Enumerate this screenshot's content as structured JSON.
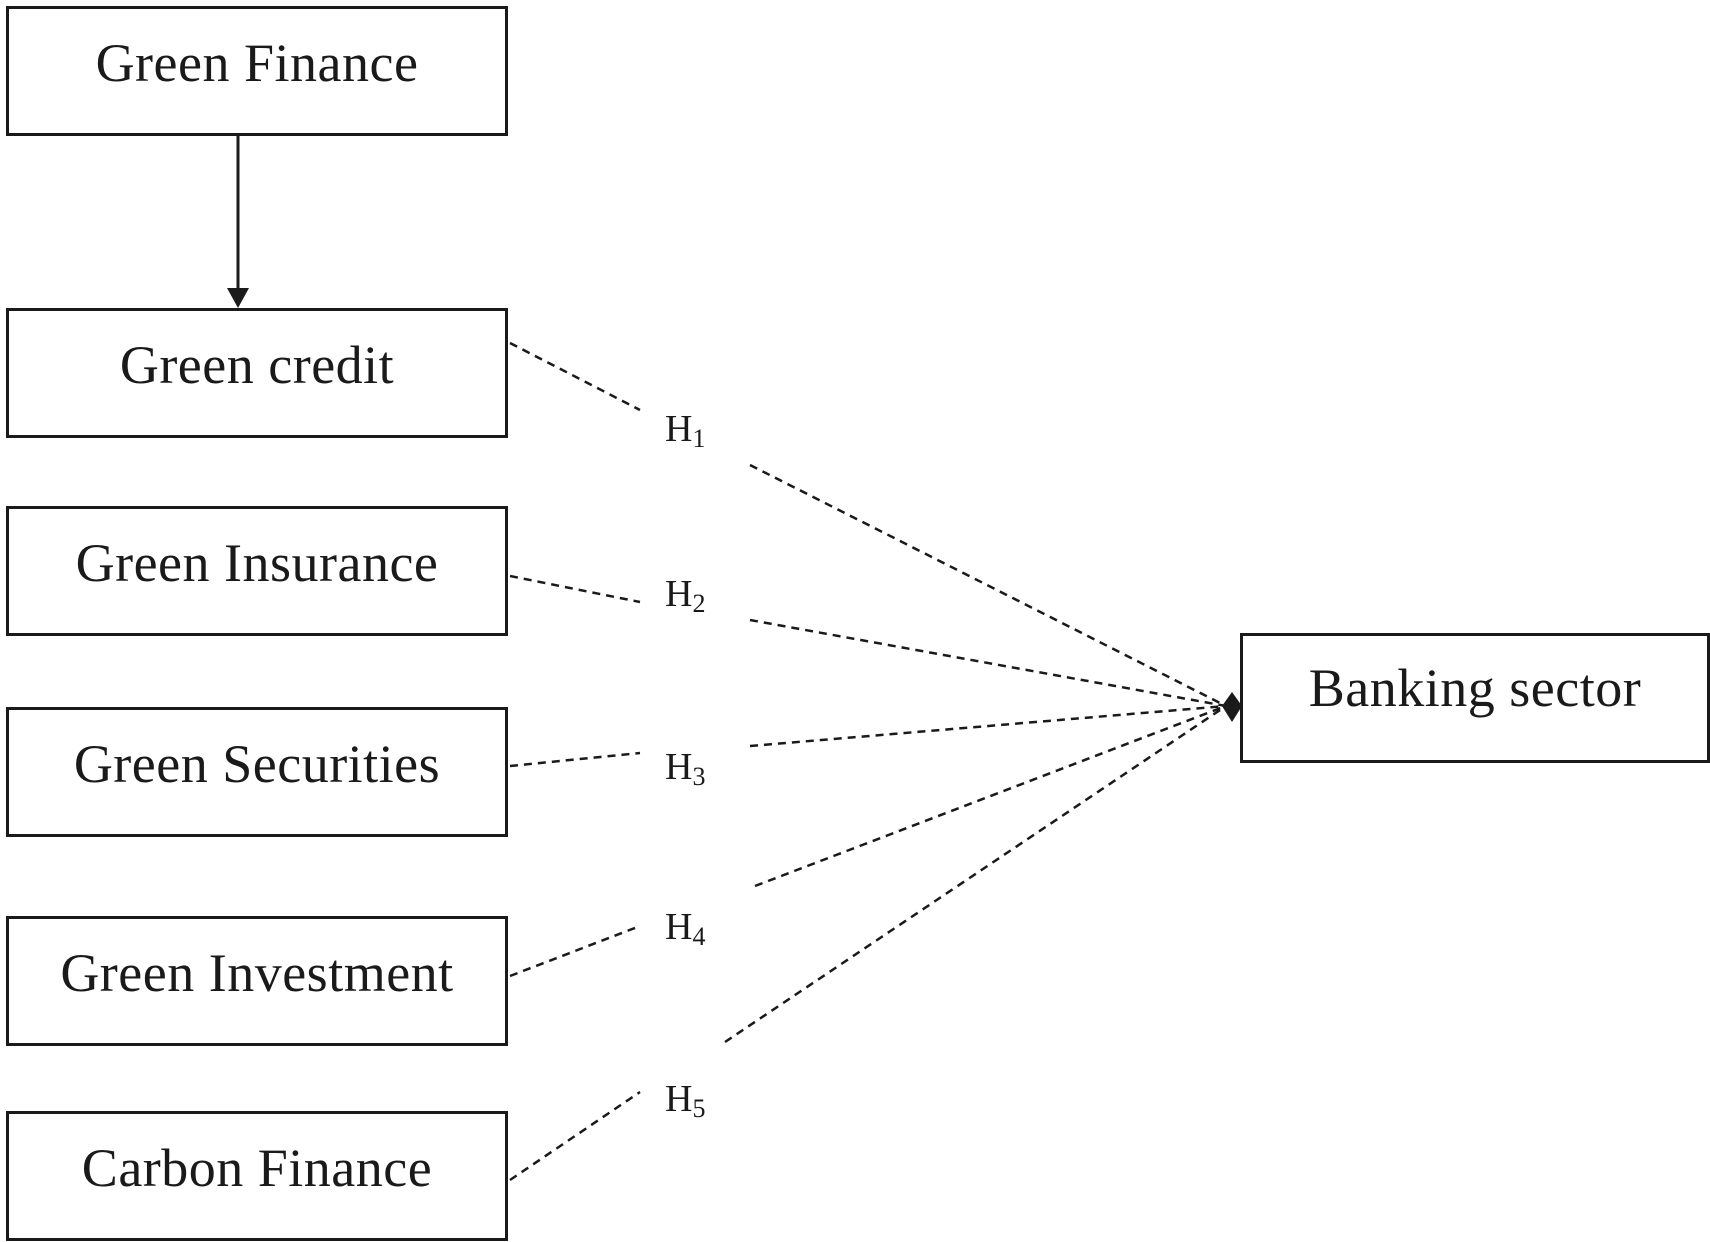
{
  "diagram": {
    "source": {
      "label": "Green Finance"
    },
    "components": [
      {
        "label": "Green credit"
      },
      {
        "label": "Green Insurance"
      },
      {
        "label": "Green Securities"
      },
      {
        "label": "Green Investment"
      },
      {
        "label": "Carbon Finance"
      }
    ],
    "target": {
      "label": "Banking sector"
    },
    "hypotheses": [
      {
        "letter": "H",
        "number": "1"
      },
      {
        "letter": "H",
        "number": "2"
      },
      {
        "letter": "H",
        "number": "3"
      },
      {
        "letter": "H",
        "number": "4"
      },
      {
        "letter": "H",
        "number": "5"
      }
    ]
  }
}
